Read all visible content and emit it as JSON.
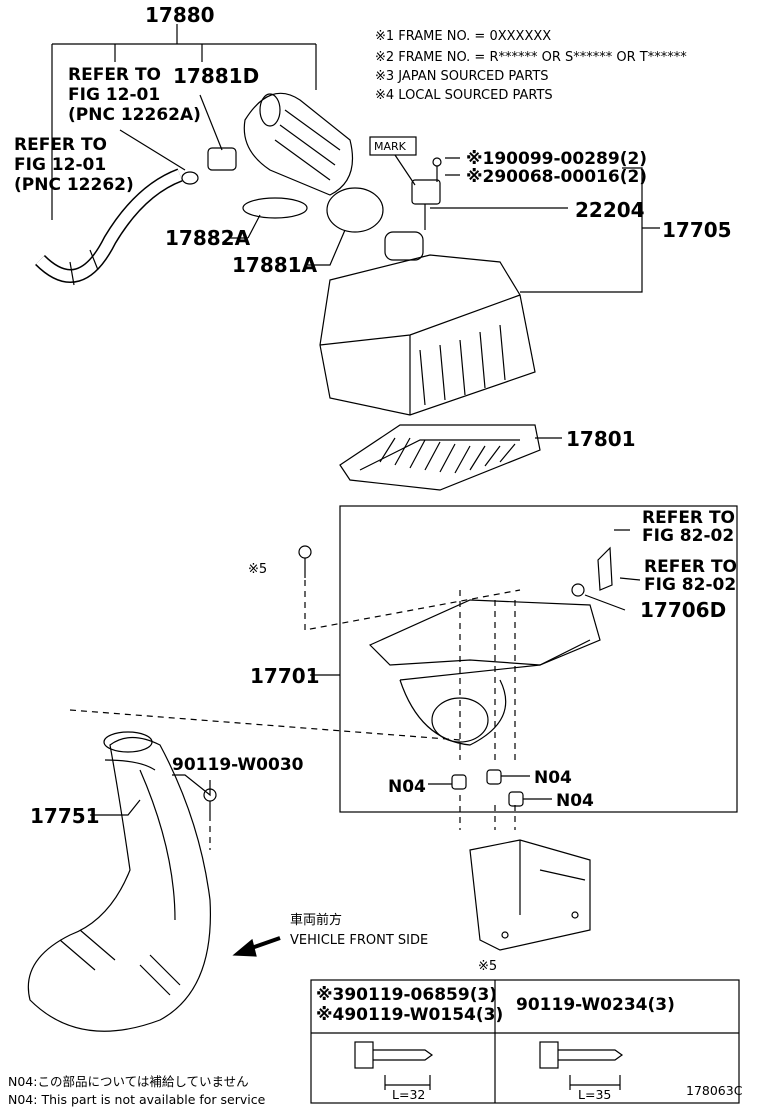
{
  "notes": {
    "n1": "※1 FRAME NO. = 0XXXXXX",
    "n2": "※2 FRAME NO. = R****** OR S****** OR T******",
    "n3": "※3 JAPAN SOURCED PARTS",
    "n4": "※4 LOCAL SOURCED PARTS"
  },
  "parts": {
    "p17880": "17880",
    "p17881d": "17881D",
    "p17882a": "17882A",
    "p17881a": "17881A",
    "p22204": "22204",
    "p17705": "17705",
    "p17801": "17801",
    "p17701": "17701",
    "p17706d": "17706D",
    "p17751": "17751",
    "p90119w0030": "90119-W0030",
    "bolt1": "※190099-00289(2)",
    "bolt2": "※290068-00016(2)",
    "star5": "※5",
    "star5b": "※5",
    "n04a": "N04",
    "n04b": "N04",
    "n04c": "N04"
  },
  "refs": {
    "ref1": [
      "REFER TO",
      "FIG 12-01",
      "(PNC 12262A)"
    ],
    "ref2": [
      "REFER TO",
      "FIG 12-01",
      "(PNC 12262)"
    ],
    "ref3": [
      "REFER TO",
      "FIG 82-02"
    ],
    "ref4": [
      "REFER TO",
      "FIG 82-02"
    ]
  },
  "mark_label": "MARK",
  "front": {
    "jp": "車両前方",
    "en": "VEHICLE FRONT SIDE"
  },
  "table": {
    "left_row1": "※390119-06859(3)",
    "left_row2": "※490119-W0154(3)",
    "right_row1": "90119-W0234(3)",
    "left_len": "L=32",
    "right_len": "L=35"
  },
  "footer": {
    "jp": "N04:この部品については補給していません",
    "en": "N04: This part is not available for service",
    "code": "178063C"
  }
}
